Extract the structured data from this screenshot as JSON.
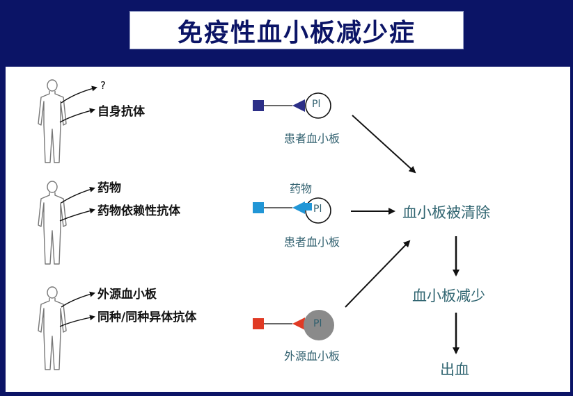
{
  "title": "免疫性血小板减少症",
  "rows": [
    {
      "labels": [
        "?",
        "自身抗体"
      ],
      "platelet_label": "患者血小板",
      "pl_text": "Pl",
      "drug_text": ""
    },
    {
      "labels": [
        "药物",
        "药物依赖性抗体"
      ],
      "platelet_label": "患者血小板",
      "pl_text": "Pl",
      "drug_text": "药物"
    },
    {
      "labels": [
        "外源血小板",
        "同种/同种异体抗体"
      ],
      "platelet_label": "外源血小板",
      "pl_text": "Pl",
      "drug_text": ""
    }
  ],
  "outcomes": [
    "血小板被清除",
    "血小板减少",
    "出血"
  ],
  "colors": {
    "header_bg": "#0b1466",
    "row1_antibody": "#2c2f87",
    "row2_antibody": "#2196d6",
    "row3_antibody": "#e03a24",
    "foreign_platelet": "#8a8a8a",
    "text_teal": "#2f6470"
  },
  "icons": [
    "human-silhouette-icon",
    "antibody-icon",
    "platelet-icon",
    "drug-molecule-icon",
    "arrow-icon"
  ]
}
